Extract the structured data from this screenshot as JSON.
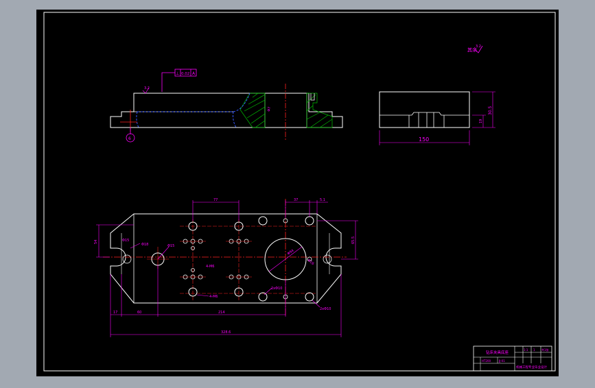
{
  "colors": {
    "background": "#a2a9b2",
    "canvas": "#000000",
    "line": "#ffffff",
    "dimension": "#ff00ff",
    "center": "#ff0000",
    "hidden": "#0000ff",
    "hatch": "#00c000",
    "text": "#ff00ff"
  },
  "annotations": {
    "roughness_note": "其余",
    "roughness_value": "3.2",
    "datum_label": "A",
    "tolerance_symbol": "⊥",
    "tolerance_value": "0.02",
    "roughness_top": "3.2",
    "section_label": "6",
    "width_label": "150",
    "height_label": "30.5",
    "small_height": "19"
  },
  "plan_dims": {
    "d77": "77",
    "d37": "37",
    "d51": "5.1",
    "d54": "54",
    "d17": "17",
    "d60": "60",
    "d214": "214",
    "overall": "328.6",
    "right_h": "65.5",
    "hole_15": "Φ15",
    "hole_16": "Φ16",
    "hole_big": "Φ94",
    "m_threads_1": "4-M6",
    "m_threads_2": "4-M6",
    "hole_left": "Φ18",
    "counterbore_1": "2xΦ10",
    "counterbore_2": "2xΦ10"
  },
  "title_block": {
    "name": "钻床夹具底座",
    "drawing_no": "JJ-01",
    "material": "HT200",
    "scale": "1:1",
    "qty": "1",
    "sheet": "共1张",
    "school": "机械工程专业毕业设计"
  }
}
